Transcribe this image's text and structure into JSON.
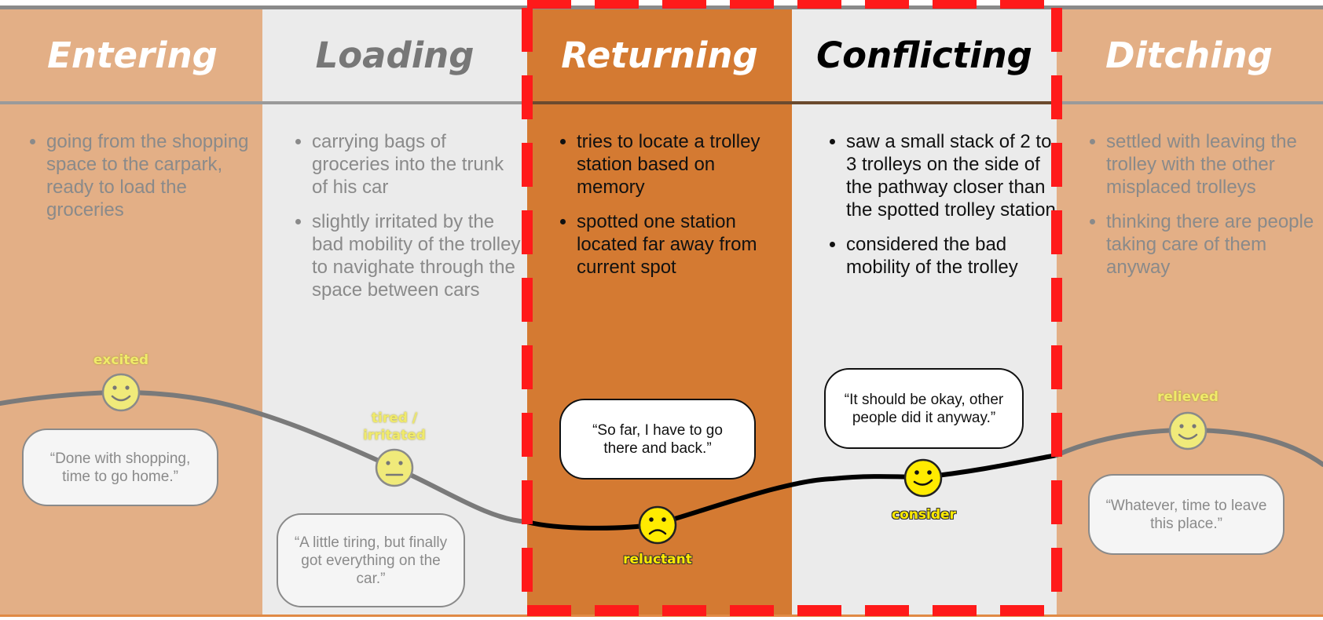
{
  "stages": [
    {
      "title": "Entering",
      "notes": [
        "going from the shopping space to the carpark, ready to load the groceries"
      ],
      "emotion": "excited",
      "quote": "“Done with shopping, time to go home.”"
    },
    {
      "title": "Loading",
      "notes": [
        "carrying bags of groceries into the trunk of his car",
        "slightly irritated by the bad mobility of the trolley to navighate through the space between cars"
      ],
      "emotion": "tired / irritated",
      "quote": "“A little tiring, but finally got everything on the car.”"
    },
    {
      "title": "Returning",
      "notes": [
        "tries to locate a trolley station based on memory",
        "spotted one station located far away from current spot"
      ],
      "emotion": "reluctant",
      "quote": "“So far, I have to go there and back.”"
    },
    {
      "title": "Conflicting",
      "notes": [
        "saw a small stack of 2 to 3 trolleys on the side of the pathway closer than the spotted trolley station",
        "considered the bad mobility of the trolley"
      ],
      "emotion": "consider",
      "quote": "“It should be okay, other people did it anyway.”"
    },
    {
      "title": "Ditching",
      "notes": [
        "settled with leaving the trolley with the other misplaced trolleys",
        "thinking there are people taking care of them anyway"
      ],
      "emotion": "relieved",
      "quote": "“Whatever, time to leave this place.”"
    }
  ],
  "emotion_icons": [
    "happy-face-icon",
    "happy-face-icon",
    "neutral-face-icon",
    "sad-face-icon",
    "happy-face-icon",
    "happy-face-icon"
  ],
  "colors": {
    "peach": "#e3af86",
    "light_gray": "#ebebeb",
    "orange": "#d47a32",
    "highlight_dash": "#ff0000",
    "emoji_yellow": "#f0ea7a",
    "emoji_yellow_active": "#ffeb00"
  }
}
